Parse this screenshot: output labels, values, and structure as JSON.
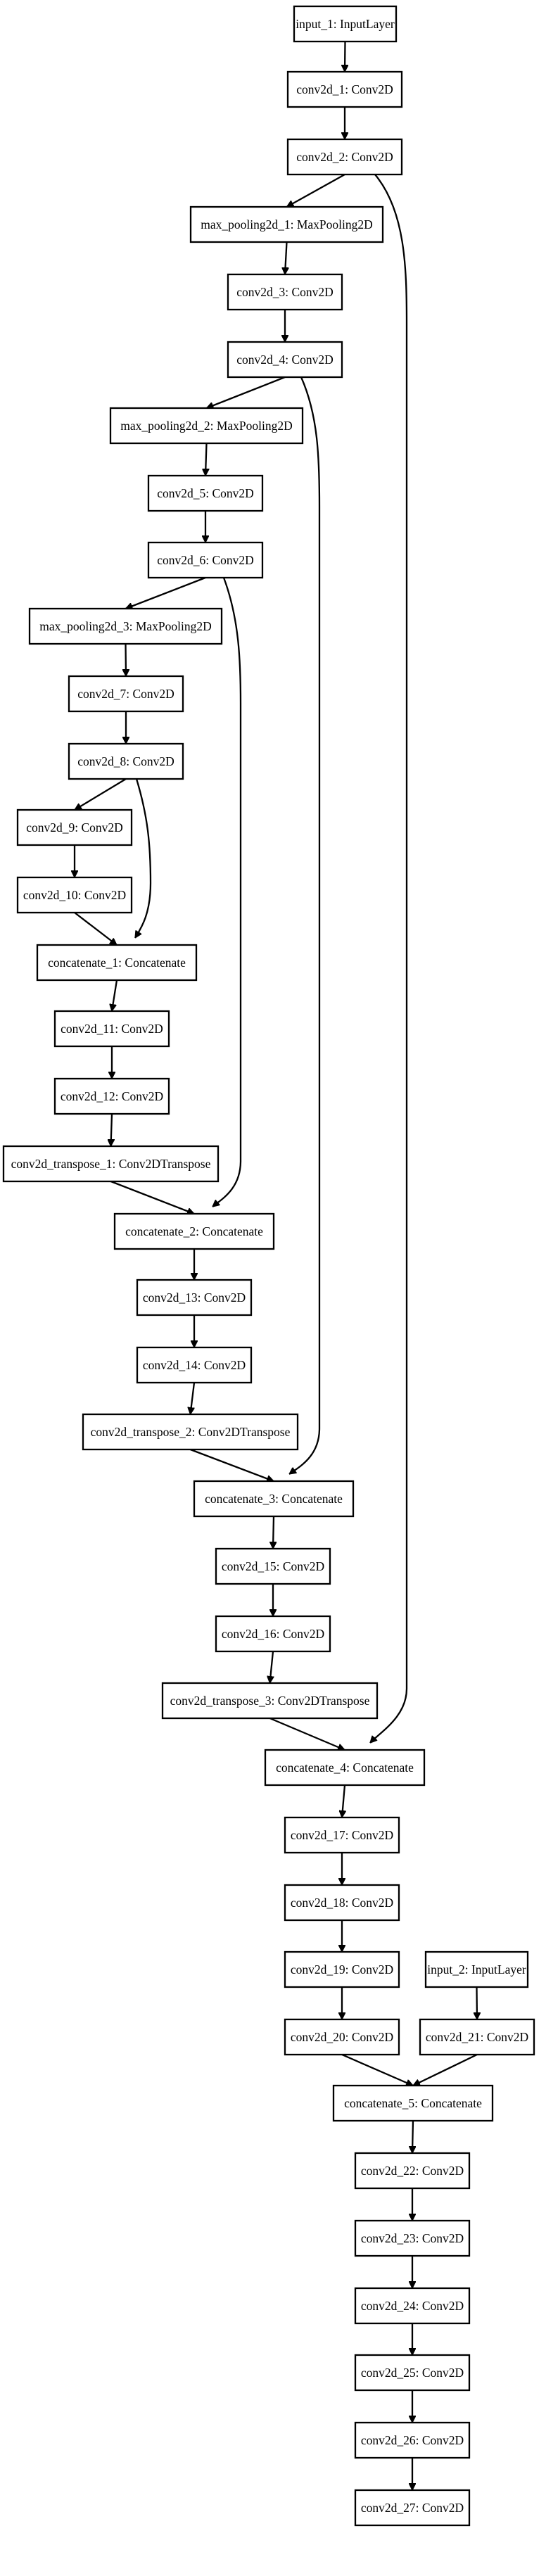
{
  "nodes": [
    {
      "id": "input_1",
      "label": "input_1: InputLayer"
    },
    {
      "id": "conv2d_1",
      "label": "conv2d_1: Conv2D"
    },
    {
      "id": "conv2d_2",
      "label": "conv2d_2: Conv2D"
    },
    {
      "id": "max_pooling2d_1",
      "label": "max_pooling2d_1: MaxPooling2D"
    },
    {
      "id": "conv2d_3",
      "label": "conv2d_3: Conv2D"
    },
    {
      "id": "conv2d_4",
      "label": "conv2d_4: Conv2D"
    },
    {
      "id": "max_pooling2d_2",
      "label": "max_pooling2d_2: MaxPooling2D"
    },
    {
      "id": "conv2d_5",
      "label": "conv2d_5: Conv2D"
    },
    {
      "id": "conv2d_6",
      "label": "conv2d_6: Conv2D"
    },
    {
      "id": "max_pooling2d_3",
      "label": "max_pooling2d_3: MaxPooling2D"
    },
    {
      "id": "conv2d_7",
      "label": "conv2d_7: Conv2D"
    },
    {
      "id": "conv2d_8",
      "label": "conv2d_8: Conv2D"
    },
    {
      "id": "conv2d_9",
      "label": "conv2d_9: Conv2D"
    },
    {
      "id": "conv2d_10",
      "label": "conv2d_10: Conv2D"
    },
    {
      "id": "concatenate_1",
      "label": "concatenate_1: Concatenate"
    },
    {
      "id": "conv2d_11",
      "label": "conv2d_11: Conv2D"
    },
    {
      "id": "conv2d_12",
      "label": "conv2d_12: Conv2D"
    },
    {
      "id": "conv2d_transpose_1",
      "label": "conv2d_transpose_1: Conv2DTranspose"
    },
    {
      "id": "concatenate_2",
      "label": "concatenate_2: Concatenate"
    },
    {
      "id": "conv2d_13",
      "label": "conv2d_13: Conv2D"
    },
    {
      "id": "conv2d_14",
      "label": "conv2d_14: Conv2D"
    },
    {
      "id": "conv2d_transpose_2",
      "label": "conv2d_transpose_2: Conv2DTranspose"
    },
    {
      "id": "concatenate_3",
      "label": "concatenate_3: Concatenate"
    },
    {
      "id": "conv2d_15",
      "label": "conv2d_15: Conv2D"
    },
    {
      "id": "conv2d_16",
      "label": "conv2d_16: Conv2D"
    },
    {
      "id": "conv2d_transpose_3",
      "label": "conv2d_transpose_3: Conv2DTranspose"
    },
    {
      "id": "concatenate_4",
      "label": "concatenate_4: Concatenate"
    },
    {
      "id": "conv2d_17",
      "label": "conv2d_17: Conv2D"
    },
    {
      "id": "conv2d_18",
      "label": "conv2d_18: Conv2D"
    },
    {
      "id": "conv2d_19",
      "label": "conv2d_19: Conv2D"
    },
    {
      "id": "input_2",
      "label": "input_2: InputLayer"
    },
    {
      "id": "conv2d_20",
      "label": "conv2d_20: Conv2D"
    },
    {
      "id": "conv2d_21",
      "label": "conv2d_21: Conv2D"
    },
    {
      "id": "concatenate_5",
      "label": "concatenate_5: Concatenate"
    },
    {
      "id": "conv2d_22",
      "label": "conv2d_22: Conv2D"
    },
    {
      "id": "conv2d_23",
      "label": "conv2d_23: Conv2D"
    },
    {
      "id": "conv2d_24",
      "label": "conv2d_24: Conv2D"
    },
    {
      "id": "conv2d_25",
      "label": "conv2d_25: Conv2D"
    },
    {
      "id": "conv2d_26",
      "label": "conv2d_26: Conv2D"
    },
    {
      "id": "conv2d_27",
      "label": "conv2d_27: Conv2D"
    }
  ],
  "edges": [
    [
      "input_1",
      "conv2d_1"
    ],
    [
      "conv2d_1",
      "conv2d_2"
    ],
    [
      "conv2d_2",
      "max_pooling2d_1"
    ],
    [
      "conv2d_2",
      "concatenate_4"
    ],
    [
      "max_pooling2d_1",
      "conv2d_3"
    ],
    [
      "conv2d_3",
      "conv2d_4"
    ],
    [
      "conv2d_4",
      "max_pooling2d_2"
    ],
    [
      "conv2d_4",
      "concatenate_3"
    ],
    [
      "max_pooling2d_2",
      "conv2d_5"
    ],
    [
      "conv2d_5",
      "conv2d_6"
    ],
    [
      "conv2d_6",
      "max_pooling2d_3"
    ],
    [
      "conv2d_6",
      "concatenate_2"
    ],
    [
      "max_pooling2d_3",
      "conv2d_7"
    ],
    [
      "conv2d_7",
      "conv2d_8"
    ],
    [
      "conv2d_8",
      "conv2d_9"
    ],
    [
      "conv2d_8",
      "concatenate_1"
    ],
    [
      "conv2d_9",
      "conv2d_10"
    ],
    [
      "conv2d_10",
      "concatenate_1"
    ],
    [
      "concatenate_1",
      "conv2d_11"
    ],
    [
      "conv2d_11",
      "conv2d_12"
    ],
    [
      "conv2d_12",
      "conv2d_transpose_1"
    ],
    [
      "conv2d_transpose_1",
      "concatenate_2"
    ],
    [
      "concatenate_2",
      "conv2d_13"
    ],
    [
      "conv2d_13",
      "conv2d_14"
    ],
    [
      "conv2d_14",
      "conv2d_transpose_2"
    ],
    [
      "conv2d_transpose_2",
      "concatenate_3"
    ],
    [
      "concatenate_3",
      "conv2d_15"
    ],
    [
      "conv2d_15",
      "conv2d_16"
    ],
    [
      "conv2d_16",
      "conv2d_transpose_3"
    ],
    [
      "conv2d_transpose_3",
      "concatenate_4"
    ],
    [
      "concatenate_4",
      "conv2d_17"
    ],
    [
      "conv2d_17",
      "conv2d_18"
    ],
    [
      "conv2d_18",
      "conv2d_19"
    ],
    [
      "conv2d_19",
      "conv2d_20"
    ],
    [
      "input_2",
      "conv2d_21"
    ],
    [
      "conv2d_20",
      "concatenate_5"
    ],
    [
      "conv2d_21",
      "concatenate_5"
    ],
    [
      "concatenate_5",
      "conv2d_22"
    ],
    [
      "conv2d_22",
      "conv2d_23"
    ],
    [
      "conv2d_23",
      "conv2d_24"
    ],
    [
      "conv2d_24",
      "conv2d_25"
    ],
    [
      "conv2d_25",
      "conv2d_26"
    ],
    [
      "conv2d_26",
      "conv2d_27"
    ]
  ]
}
